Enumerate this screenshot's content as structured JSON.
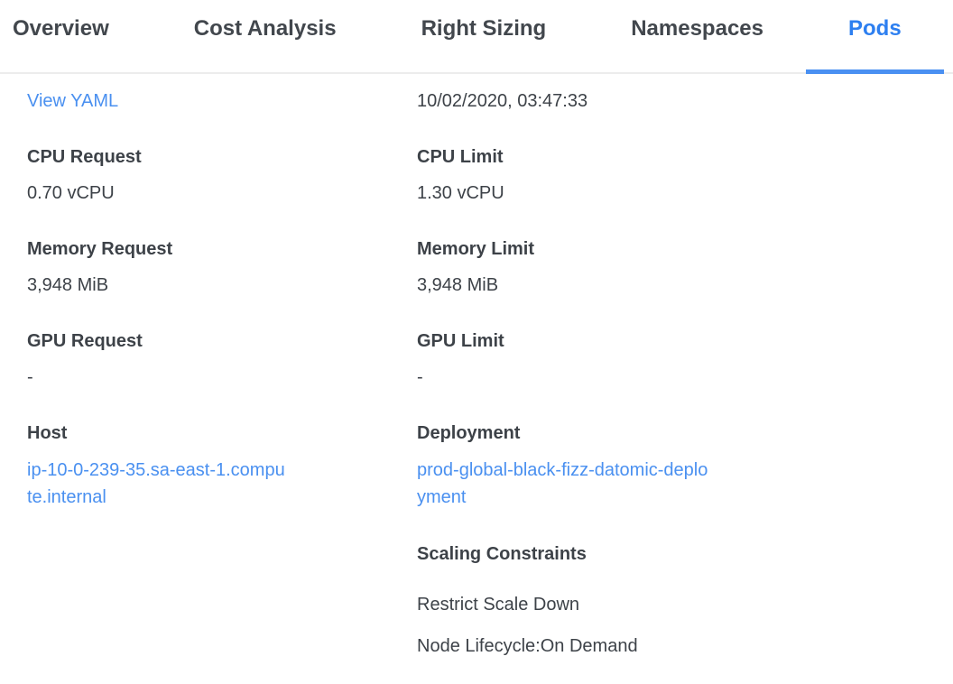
{
  "tab_bar": {
    "tabs": [
      {
        "label": "Overview",
        "active": false
      },
      {
        "label": "Cost Analysis",
        "active": false
      },
      {
        "label": "Right Sizing",
        "active": false
      },
      {
        "label": "Namespaces",
        "active": false
      },
      {
        "label": "Pods",
        "active": true
      }
    ]
  },
  "detail_panel": {
    "view_yaml_link": "View YAML",
    "last_updated": "10/02/2020, 03:47:33",
    "fields": [
      {
        "label": "CPU Request",
        "value": "0.70 vCPU"
      },
      {
        "label": "CPU Limit",
        "value": "1.30 vCPU"
      },
      {
        "label": "Memory Request",
        "value": "3,948 MiB"
      },
      {
        "label": "Memory Limit",
        "value": "3,948 MiB"
      },
      {
        "label": "GPU Request",
        "value": "-"
      },
      {
        "label": "GPU Limit",
        "value": "-"
      },
      {
        "label": "Host",
        "value": "ip-10-0-239-35.sa-east-1.compute.internal"
      },
      {
        "label": "Deployment",
        "value": "prod-global-black-fizz-datomic-deployment"
      }
    ],
    "scaling_constraints": {
      "label": "Scaling Constraints",
      "items": [
        "Restrict Scale Down",
        "Node Lifecycle:On Demand"
      ]
    }
  },
  "colors": {
    "active_tab_text": "#2d7ff0",
    "active_tab_underline": "#4a90f2",
    "link_blue": "#4a90f0",
    "text_dark": "#3d4248",
    "tab_border_gray": "#ececec"
  }
}
